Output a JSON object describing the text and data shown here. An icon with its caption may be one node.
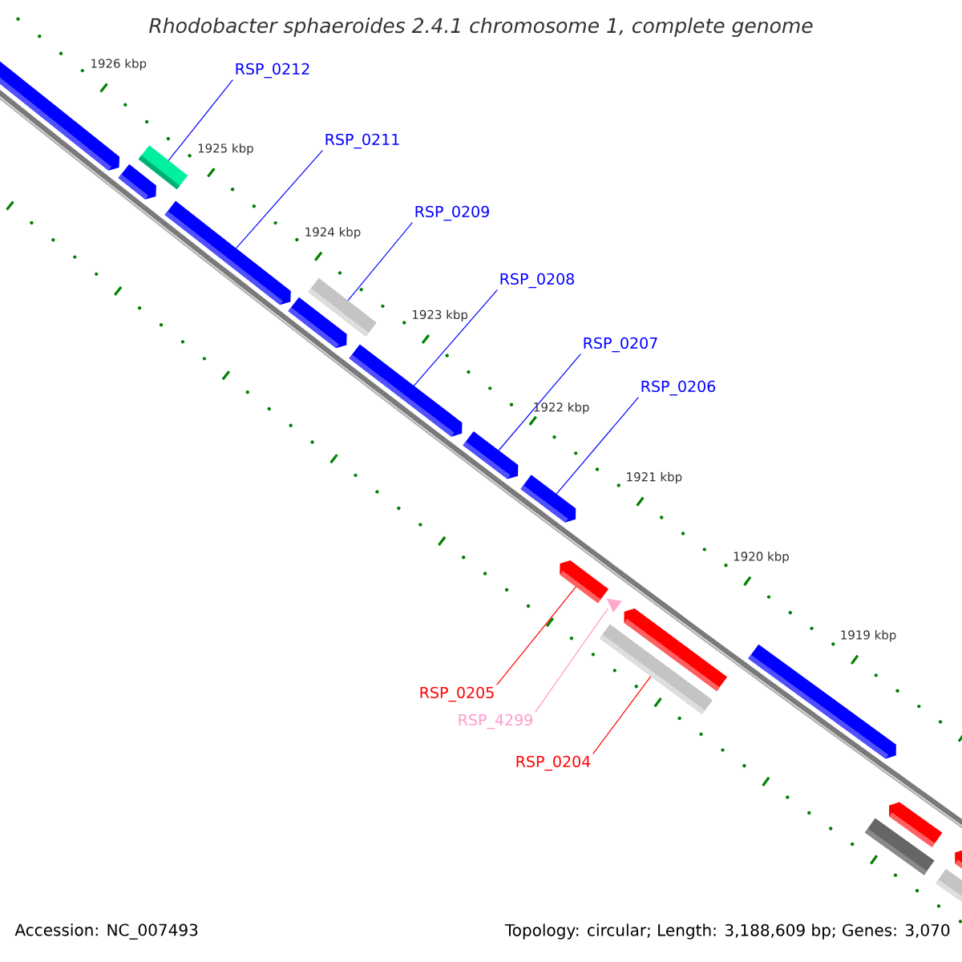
{
  "diagram": {
    "title": "Rhodobacter sphaeroides 2.4.1 chromosome 1, complete genome",
    "nodes": [
      {
        "text": [
          "RSP_0212"
        ]
      },
      {
        "text": [
          "RSP_0211"
        ]
      },
      {
        "text": [
          "RSP_0209"
        ]
      },
      {
        "text": [
          "RSP_0208"
        ]
      },
      {
        "text": [
          "RSP_0207"
        ]
      },
      {
        "text": [
          "RSP_0206"
        ]
      },
      {
        "text": [
          "RSP_0205"
        ]
      },
      {
        "text": [
          "RSP_4299"
        ]
      },
      {
        "text": [
          "RSP_0204"
        ]
      },
      {
        "text": [],
        "shape": "arrow"
      },
      {
        "text": [],
        "shape": "box"
      },
      {
        "text": [],
        "shape": "arrow"
      },
      {
        "text": [],
        "shape": "arrow"
      },
      {
        "text": [],
        "shape": "arrow"
      },
      {
        "text": [],
        "shape": "box"
      },
      {
        "text": [],
        "shape": "arrow"
      },
      {
        "text": [],
        "shape": "arrow"
      },
      {
        "text": [],
        "shape": "arrow"
      },
      {
        "text": [],
        "shape": "arrow"
      },
      {
        "text": [],
        "shape": "arrow"
      },
      {
        "text": [],
        "shape": "arrow"
      },
      {
        "text": [],
        "shape": "box"
      },
      {
        "text": [],
        "shape": "arrow"
      },
      {
        "text": [],
        "shape": "box"
      },
      {
        "text": [],
        "shape": "arrow"
      }
    ],
    "edges": [
      {
        "from": 0,
        "to": 10,
        "arrow": "none"
      },
      {
        "from": 1,
        "to": 12,
        "arrow": "none"
      },
      {
        "from": 2,
        "to": 14,
        "arrow": "none"
      },
      {
        "from": 3,
        "to": 15,
        "arrow": "none"
      },
      {
        "from": 4,
        "to": 16,
        "arrow": "none"
      },
      {
        "from": 5,
        "to": 17,
        "arrow": "none"
      },
      {
        "from": 6,
        "to": 18,
        "arrow": "none",
        "color": "#ff0000"
      },
      {
        "from": 7,
        "to": 19,
        "arrow": "none",
        "color": "#ff99cc"
      },
      {
        "from": 8,
        "to": 21,
        "arrow": "none",
        "color": "#ff0000"
      }
    ],
    "labels": [
      "1926 kbp",
      "1925 kbp",
      "1924 kbp",
      "1923 kbp",
      "1922 kbp",
      "1921 kbp",
      "1920 kbp",
      "1919 kbp",
      "Accession: NC_007493",
      "Topology: circular; Length: 3,188,609 bp; Genes: 3,070"
    ]
  }
}
